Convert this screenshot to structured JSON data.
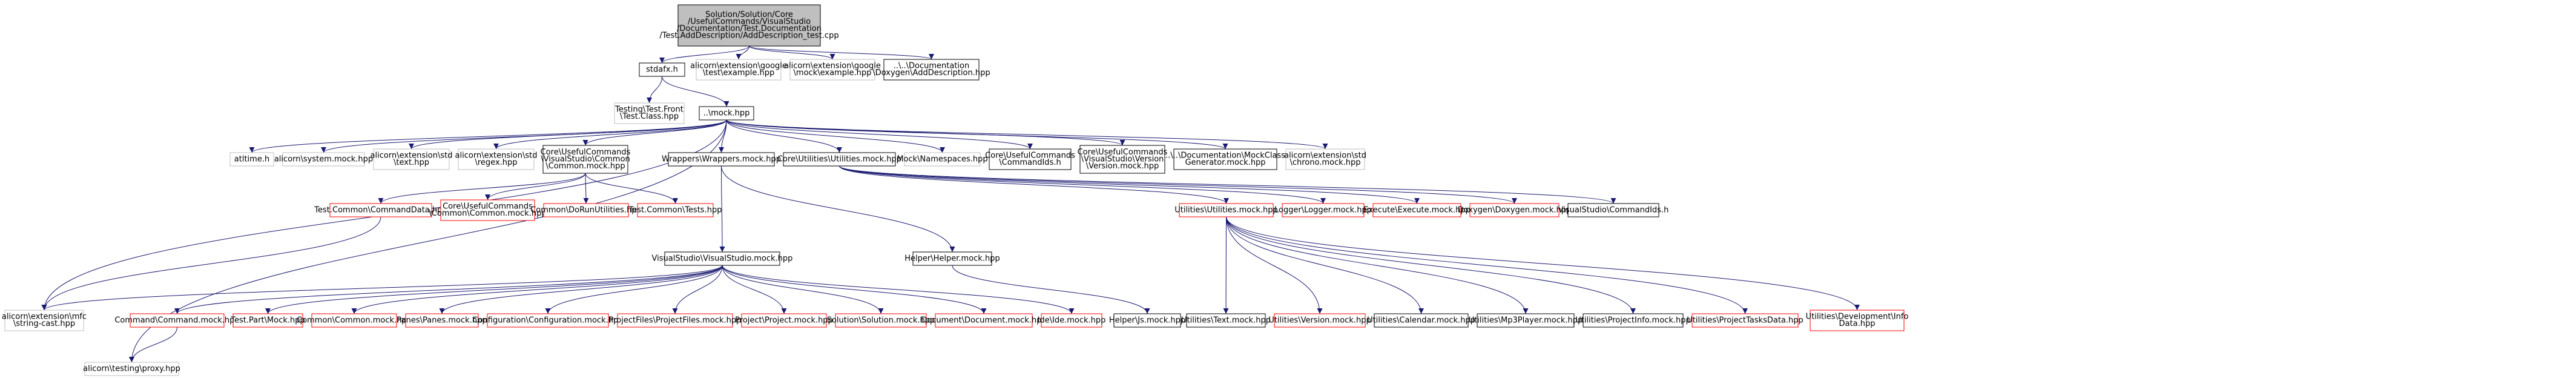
{
  "colors": {
    "root_fill": "#bfbfbf",
    "black_border": "#000000",
    "gray_border": "#bfbfbf",
    "red_border": "#ff0000",
    "edge": "#191970",
    "text": "#000000"
  },
  "nodes": [
    {
      "id": "root",
      "lines": [
        "Solution/Solution/Core",
        "/UsefulCommands/VisualStudio",
        "/Documentation/Test.Documentation",
        "/Test.AddDescription/AddDescription_test.cpp"
      ],
      "style": "root"
    },
    {
      "id": "stdafx",
      "lines": [
        "stdafx.h"
      ],
      "style": "black"
    },
    {
      "id": "gtest_example",
      "lines": [
        "alicorn\\extension\\google",
        "\\test\\example.hpp"
      ],
      "style": "gray"
    },
    {
      "id": "gmock_example",
      "lines": [
        "alicorn\\extension\\google",
        "\\mock\\example.hpp"
      ],
      "style": "gray"
    },
    {
      "id": "doxygen_adddesc",
      "lines": [
        "..\\..\\Documentation",
        "\\Doxygen\\AddDescription.hpp"
      ],
      "style": "black"
    },
    {
      "id": "testing_front",
      "lines": [
        "Testing\\Test.Front",
        "\\Test.Class.hpp"
      ],
      "style": "gray"
    },
    {
      "id": "mock",
      "lines": [
        "..\\mock.hpp"
      ],
      "style": "black"
    },
    {
      "id": "atltime",
      "lines": [
        "atltime.h"
      ],
      "style": "gray"
    },
    {
      "id": "system_mock",
      "lines": [
        "alicorn\\system.mock.hpp"
      ],
      "style": "gray"
    },
    {
      "id": "std_text",
      "lines": [
        "alicorn\\extension\\std",
        "\\text.hpp"
      ],
      "style": "gray"
    },
    {
      "id": "std_regex",
      "lines": [
        "alicorn\\extension\\std",
        "\\regex.hpp"
      ],
      "style": "gray"
    },
    {
      "id": "common_mock",
      "lines": [
        "Core\\UsefulCommands",
        "\\VisualStudio\\Common",
        "\\Common.mock.hpp"
      ],
      "style": "black"
    },
    {
      "id": "wrappers_mock",
      "lines": [
        "Wrappers\\Wrappers.mock.hpp"
      ],
      "style": "black"
    },
    {
      "id": "utilities_mock_core",
      "lines": [
        "Core\\Utilities\\Utilities.mock.hpp"
      ],
      "style": "black"
    },
    {
      "id": "mock_namespaces",
      "lines": [
        "Mock\\Namespaces.hpp"
      ],
      "style": "gray"
    },
    {
      "id": "commandids",
      "lines": [
        "Core\\UsefulCommands",
        "\\CommandIds.h"
      ],
      "style": "black"
    },
    {
      "id": "version_mock_core",
      "lines": [
        "Core\\UsefulCommands",
        "\\VisualStudio\\Version",
        "\\Version.mock.hpp"
      ],
      "style": "black"
    },
    {
      "id": "mockclass_gen",
      "lines": [
        "..\\..\\Documentation\\MockClass",
        "Generator.mock.hpp"
      ],
      "style": "black"
    },
    {
      "id": "std_chrono",
      "lines": [
        "alicorn\\extension\\std",
        "\\chrono.mock.hpp"
      ],
      "style": "gray"
    },
    {
      "id": "commanddata",
      "lines": [
        "Test.Common\\CommandData.hpp"
      ],
      "style": "red"
    },
    {
      "id": "common_common_mock",
      "lines": [
        "Core\\UsefulCommands",
        "\\Common\\Common.mock.hpp"
      ],
      "style": "red"
    },
    {
      "id": "dorun_utilities",
      "lines": [
        "Common\\DoRunUtilities.hpp"
      ],
      "style": "red"
    },
    {
      "id": "test_common_tests",
      "lines": [
        "Test.Common\\Tests.hpp"
      ],
      "style": "red"
    },
    {
      "id": "visualstudio_mock",
      "lines": [
        "VisualStudio\\VisualStudio.mock.hpp"
      ],
      "style": "black"
    },
    {
      "id": "helper_mock",
      "lines": [
        "Helper\\Helper.mock.hpp"
      ],
      "style": "black"
    },
    {
      "id": "utilities_mock",
      "lines": [
        "Utilities\\Utilities.mock.hpp"
      ],
      "style": "red"
    },
    {
      "id": "logger_mock",
      "lines": [
        "Logger\\Logger.mock.hpp"
      ],
      "style": "red"
    },
    {
      "id": "execute_mock",
      "lines": [
        "Execute\\Execute.mock.hpp"
      ],
      "style": "red"
    },
    {
      "id": "doxygen_mock",
      "lines": [
        "Doxygen\\Doxygen.mock.hpp"
      ],
      "style": "red"
    },
    {
      "id": "vs_commandids",
      "lines": [
        "VisualStudio\\CommandIds.h"
      ],
      "style": "black"
    },
    {
      "id": "mfc_string_cast",
      "lines": [
        "alicorn\\extension\\mfc",
        "\\string-cast.hpp"
      ],
      "style": "gray"
    },
    {
      "id": "command_mock",
      "lines": [
        "Command\\Command.mock.hpp"
      ],
      "style": "red"
    },
    {
      "id": "test_part_mock",
      "lines": [
        "Test.Part\\Mock.hpp"
      ],
      "style": "red"
    },
    {
      "id": "common_mock2",
      "lines": [
        "Common\\Common.mock.hpp"
      ],
      "style": "red"
    },
    {
      "id": "panes_mock",
      "lines": [
        "Panes\\Panes.mock.hpp"
      ],
      "style": "red"
    },
    {
      "id": "configuration_mock",
      "lines": [
        "Configuration\\Configuration.mock.hpp"
      ],
      "style": "red"
    },
    {
      "id": "projectfiles_mock",
      "lines": [
        "ProjectFiles\\ProjectFiles.mock.hpp"
      ],
      "style": "red"
    },
    {
      "id": "project_mock",
      "lines": [
        "Project\\Project.mock.hpp"
      ],
      "style": "red"
    },
    {
      "id": "solution_mock",
      "lines": [
        "Solution\\Solution.mock.hpp"
      ],
      "style": "red"
    },
    {
      "id": "document_mock",
      "lines": [
        "Document\\Document.mock.hpp"
      ],
      "style": "red"
    },
    {
      "id": "ide_mock",
      "lines": [
        "Ide\\Ide.mock.hpp"
      ],
      "style": "red"
    },
    {
      "id": "helper_js_mock",
      "lines": [
        "Helper\\Js.mock.hpp"
      ],
      "style": "black"
    },
    {
      "id": "utilities_text",
      "lines": [
        "Utilities\\Text.mock.hpp"
      ],
      "style": "black"
    },
    {
      "id": "utilities_version",
      "lines": [
        "Utilities\\Version.mock.hpp"
      ],
      "style": "red"
    },
    {
      "id": "utilities_calendar",
      "lines": [
        "Utilities\\Calendar.mock.hpp"
      ],
      "style": "black"
    },
    {
      "id": "utilities_mp3player",
      "lines": [
        "Utilities\\Mp3Player.mock.hpp"
      ],
      "style": "black"
    },
    {
      "id": "utilities_projectinfo",
      "lines": [
        "Utilities\\ProjectInfo.mock.hpp"
      ],
      "style": "black"
    },
    {
      "id": "utilities_projecttasksdata",
      "lines": [
        "Utilities\\ProjectTasksData.hpp"
      ],
      "style": "red"
    },
    {
      "id": "utilities_devinfo",
      "lines": [
        "Utilities\\Development\\Info",
        "Data.hpp"
      ],
      "style": "red"
    },
    {
      "id": "testing_proxy",
      "lines": [
        "alicorn\\testing\\proxy.hpp"
      ],
      "style": "gray"
    }
  ],
  "edges": [
    [
      "root",
      "stdafx"
    ],
    [
      "root",
      "gtest_example"
    ],
    [
      "root",
      "gmock_example"
    ],
    [
      "root",
      "doxygen_adddesc"
    ],
    [
      "stdafx",
      "testing_front"
    ],
    [
      "stdafx",
      "mock"
    ],
    [
      "mock",
      "atltime"
    ],
    [
      "mock",
      "system_mock"
    ],
    [
      "mock",
      "std_text"
    ],
    [
      "mock",
      "std_regex"
    ],
    [
      "mock",
      "common_mock"
    ],
    [
      "mock",
      "wrappers_mock"
    ],
    [
      "mock",
      "utilities_mock_core"
    ],
    [
      "mock",
      "mock_namespaces"
    ],
    [
      "mock",
      "commandids"
    ],
    [
      "mock",
      "version_mock_core"
    ],
    [
      "mock",
      "mockclass_gen"
    ],
    [
      "mock",
      "std_chrono"
    ],
    [
      "mock",
      "mfc_string_cast"
    ],
    [
      "mock",
      "testing_proxy"
    ],
    [
      "common_mock",
      "commanddata"
    ],
    [
      "common_mock",
      "common_common_mock"
    ],
    [
      "common_mock",
      "dorun_utilities"
    ],
    [
      "common_mock",
      "test_common_tests"
    ],
    [
      "commanddata",
      "mfc_string_cast"
    ],
    [
      "wrappers_mock",
      "visualstudio_mock"
    ],
    [
      "wrappers_mock",
      "helper_mock"
    ],
    [
      "utilities_mock_core",
      "utilities_mock"
    ],
    [
      "utilities_mock_core",
      "logger_mock"
    ],
    [
      "utilities_mock_core",
      "execute_mock"
    ],
    [
      "utilities_mock_core",
      "doxygen_mock"
    ],
    [
      "utilities_mock_core",
      "vs_commandids"
    ],
    [
      "visualstudio_mock",
      "command_mock"
    ],
    [
      "visualstudio_mock",
      "test_part_mock"
    ],
    [
      "visualstudio_mock",
      "common_mock2"
    ],
    [
      "visualstudio_mock",
      "panes_mock"
    ],
    [
      "visualstudio_mock",
      "configuration_mock"
    ],
    [
      "visualstudio_mock",
      "projectfiles_mock"
    ],
    [
      "visualstudio_mock",
      "project_mock"
    ],
    [
      "visualstudio_mock",
      "solution_mock"
    ],
    [
      "visualstudio_mock",
      "document_mock"
    ],
    [
      "visualstudio_mock",
      "ide_mock"
    ],
    [
      "visualstudio_mock",
      "mfc_string_cast"
    ],
    [
      "command_mock",
      "testing_proxy"
    ],
    [
      "helper_mock",
      "helper_js_mock"
    ],
    [
      "utilities_mock",
      "utilities_text"
    ],
    [
      "utilities_mock",
      "utilities_version"
    ],
    [
      "utilities_mock",
      "utilities_calendar"
    ],
    [
      "utilities_mock",
      "utilities_mp3player"
    ],
    [
      "utilities_mock",
      "utilities_projectinfo"
    ],
    [
      "utilities_mock",
      "utilities_projecttasksdata"
    ],
    [
      "utilities_mock",
      "utilities_devinfo"
    ]
  ]
}
